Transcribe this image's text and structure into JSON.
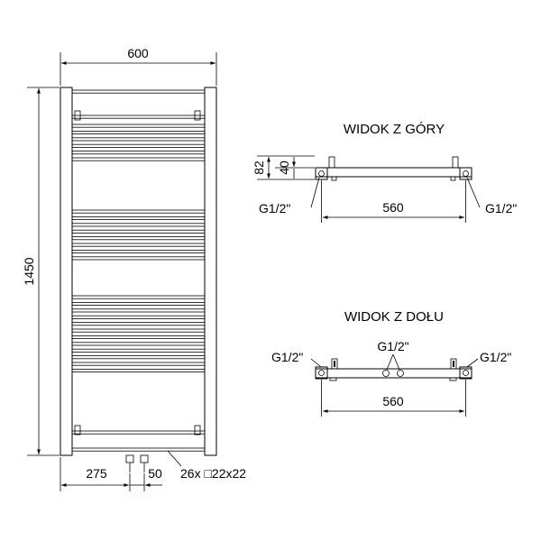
{
  "front_view": {
    "width_dim": "600",
    "height_dim": "1450",
    "offset_dim": "275",
    "spacing_dim": "50",
    "bars_note": "26x □22x22",
    "bar_groups": [
      6,
      8,
      12
    ]
  },
  "top_view": {
    "title": "WIDOK Z GÓRY",
    "depth_dim": "82",
    "axis_dim": "40",
    "connector_left": "G1/2\"",
    "connector_right": "G1/2\"",
    "spacing_dim": "560"
  },
  "bottom_view": {
    "title": "WIDOK Z DOŁU",
    "connector_left": "G1/2\"",
    "connector_middle": "G1/2\"",
    "connector_right": "G1/2\"",
    "spacing_dim": "560"
  },
  "colors": {
    "line": "#000000",
    "background": "#ffffff"
  }
}
